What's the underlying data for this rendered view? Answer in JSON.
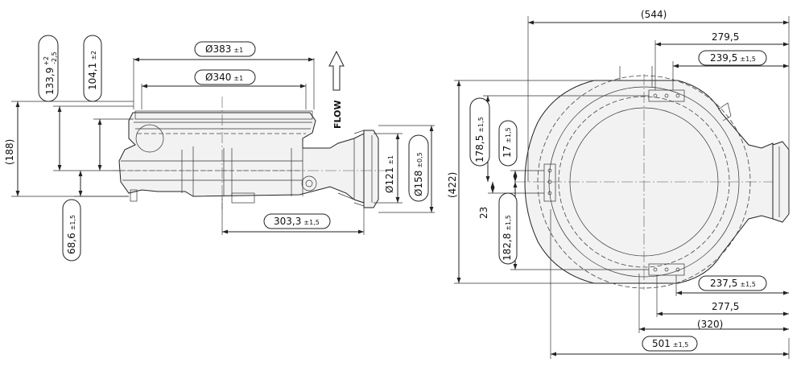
{
  "side_view": {
    "dim_383": {
      "symbol": "Ø",
      "value": "383",
      "tol": "±1"
    },
    "dim_340": {
      "symbol": "Ø",
      "value": "340",
      "tol": "±1"
    },
    "dim_133": {
      "value": "133,9",
      "tol_plus": "+2",
      "tol_minus": "-2,5"
    },
    "dim_104": {
      "value": "104,1",
      "tol": "±2"
    },
    "dim_188": {
      "value": "(188)"
    },
    "dim_68": {
      "value": "68,6",
      "tol": "±1,5"
    },
    "dim_303": {
      "value": "303,3",
      "tol": "±1,5"
    },
    "dim_121": {
      "symbol": "Ø",
      "value": "121",
      "tol": "±1"
    },
    "dim_158": {
      "symbol": "Ø",
      "value": "158",
      "tol": "±0,5"
    },
    "flow_label": "FLOW"
  },
  "top_view": {
    "dim_544": {
      "value": "(544)"
    },
    "dim_279": {
      "value": "279,5"
    },
    "dim_239": {
      "value": "239,5",
      "tol": "±1,5"
    },
    "dim_422": {
      "value": "(422)"
    },
    "dim_178": {
      "value": "178,5",
      "tol": "±1,5"
    },
    "dim_17": {
      "value": "17",
      "tol": "±1,5"
    },
    "dim_23": {
      "value": "23"
    },
    "dim_182": {
      "value": "182,8",
      "tol": "±1,5"
    },
    "dim_237": {
      "value": "237,5",
      "tol": "±1,5"
    },
    "dim_277": {
      "value": "277,5"
    },
    "dim_320": {
      "value": "(320)"
    },
    "dim_501": {
      "value": "501",
      "tol": "±1,5"
    }
  },
  "colors": {
    "line": "#222222",
    "background": "#ffffff"
  }
}
